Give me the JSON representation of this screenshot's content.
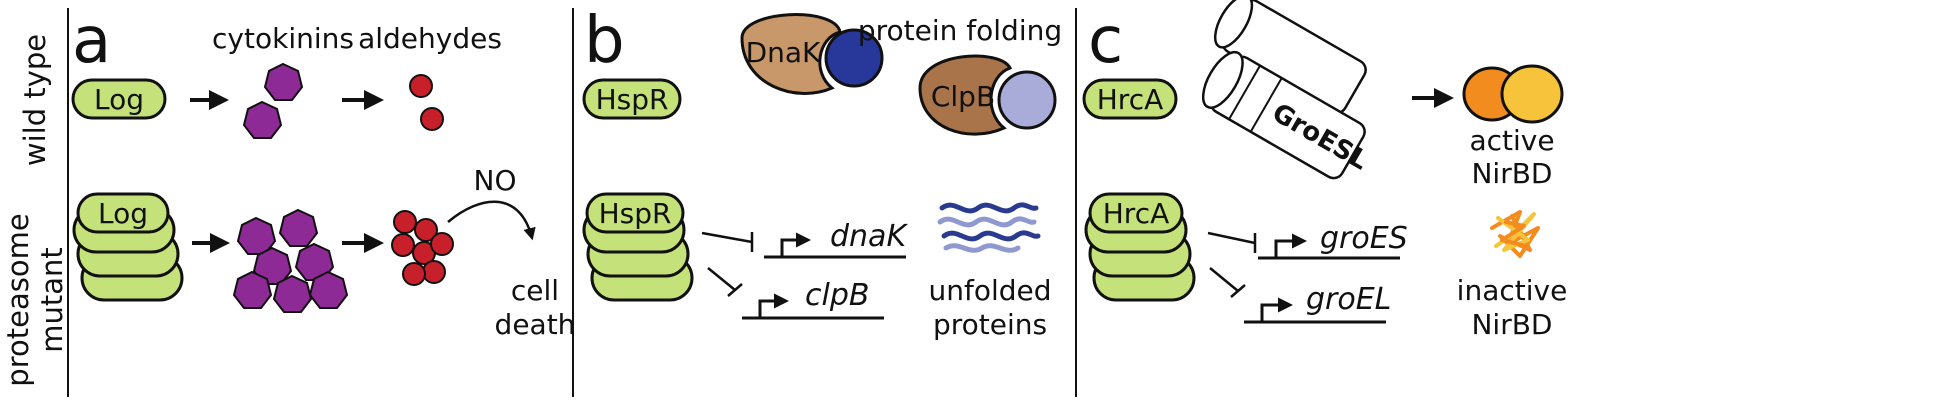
{
  "row_labels": {
    "wild_type": "wild type",
    "proteasome_mutant_line1": "proteasome",
    "proteasome_mutant_line2": "mutant"
  },
  "panel_a": {
    "letter": "a",
    "protein": "Log",
    "cytokinins": "cytokinins",
    "aldehydes": "aldehydes",
    "no_label": "NO",
    "outcome_line1": "cell",
    "outcome_line2": "death"
  },
  "panel_b": {
    "letter": "b",
    "regulator": "HspR",
    "chaperone1": "DnaK",
    "chaperone2": "ClpB",
    "process": "protein folding",
    "gene1": "dnaK",
    "gene2": "clpB",
    "outcome_line1": "unfolded",
    "outcome_line2": "proteins"
  },
  "panel_c": {
    "letter": "c",
    "regulator": "HrcA",
    "chaperonin": "GroESL",
    "active_line1": "active",
    "active_line2": "NirBD",
    "gene1": "groES",
    "gene2": "groEL",
    "inactive_line1": "inactive",
    "inactive_line2": "NirBD"
  },
  "colors": {
    "pill_green": "#c5e17a",
    "cytokinin_purple": "#8e2a95",
    "aldehyde_red": "#c8202b",
    "dnak_tan": "#c9986a",
    "clpb_brown": "#a9744a",
    "dnak_partner_blue": "#27379a",
    "clpb_partner_lavender": "#a9acd8",
    "nirbd_orange": "#f28c1e",
    "nirbd_yellow": "#f7c33a",
    "unfolded_dark_blue": "#2a3a8f",
    "unfolded_light_blue": "#8f99cf"
  }
}
